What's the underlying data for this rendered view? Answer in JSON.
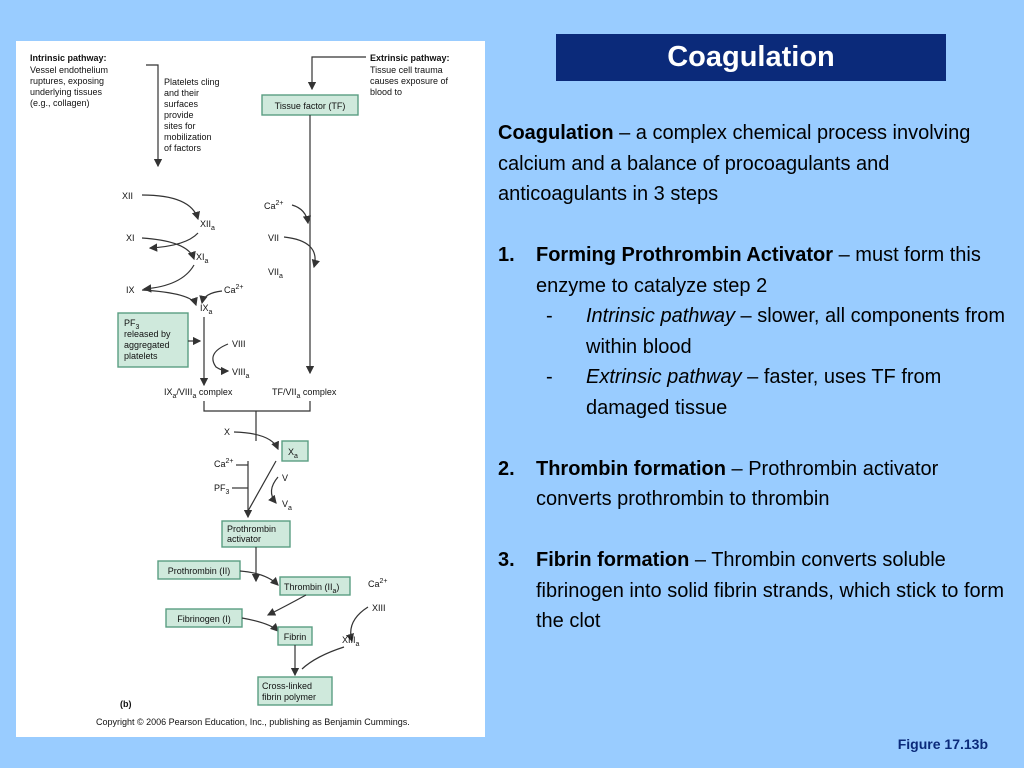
{
  "slide": {
    "title": "Coagulation",
    "figure_label": "Figure 17.13b"
  },
  "text": {
    "intro_term": "Coagulation",
    "intro_rest": " – a complex chemical process involving calcium and a balance of procoagulants and anticoagulants in 3 steps",
    "steps": [
      {
        "num": "1.",
        "term": "Forming Prothrombin Activator",
        "rest": " – must form this enzyme to catalyze step 2",
        "subs": [
          {
            "dash": "-",
            "term": "Intrinsic pathway",
            "rest": " – slower, all components from within blood"
          },
          {
            "dash": "-",
            "term": "Extrinsic pathway",
            "rest": " – faster, uses TF from damaged tissue"
          }
        ]
      },
      {
        "num": "2.",
        "term": "Thrombin  formation",
        "rest": " – Prothrombin activator converts prothrombin to thrombin"
      },
      {
        "num": "3.",
        "term": "Fibrin formation",
        "rest": " – Thrombin converts soluble fibrinogen into solid fibrin strands, which stick to form the clot"
      }
    ]
  },
  "diagram": {
    "intrinsic_title": "Intrinsic pathway:",
    "intrinsic_desc": [
      "Vessel endothelium",
      "ruptures, exposing",
      "underlying tissues",
      "(e.g., collagen)"
    ],
    "platelets_desc": [
      "Platelets cling",
      "and their",
      "surfaces",
      "provide",
      "sites for",
      "mobilization",
      "of factors"
    ],
    "extrinsic_title": "Extrinsic pathway:",
    "extrinsic_desc": [
      "Tissue cell trauma",
      "causes exposure of",
      "blood to"
    ],
    "tissue_factor": "Tissue factor (TF)",
    "xii": "XII",
    "xiia": "XII",
    "xiia_sub": "a",
    "xi": "XI",
    "xia": "XI",
    "xia_sub": "a",
    "ix": "IX",
    "ixa": "IX",
    "ixa_sub": "a",
    "ca": "Ca",
    "ca_sup": "2+",
    "vii": "VII",
    "viia": "VII",
    "viia_sub": "a",
    "pf3_box": [
      "PF",
      "released by",
      "aggregated",
      "platelets"
    ],
    "pf3_sub": "3",
    "viii": "VIII",
    "viiia": "VIII",
    "viiia_sub": "a",
    "ix_complex": [
      "IX",
      "a",
      "/VIII",
      "a",
      " complex"
    ],
    "tf_complex": [
      "TF/VII",
      "a",
      " complex"
    ],
    "x": "X",
    "xa": "X",
    "xa_sub": "a",
    "pf3": "PF",
    "pf3_label_sub": "3",
    "v": "V",
    "va": "V",
    "va_sub": "a",
    "prothrombin_activator": [
      "Prothrombin",
      "activator"
    ],
    "prothrombin": "Prothrombin (II)",
    "thrombin": [
      "Thrombin (II",
      "a",
      ")"
    ],
    "xiii": "XIII",
    "xiiia": "XIII",
    "xiiia_sub": "a",
    "fibrinogen": "Fibrinogen (I)",
    "fibrin": "Fibrin",
    "crosslinked": [
      "Cross-linked",
      "fibrin polymer"
    ],
    "panel_letter": "(b)",
    "copyright": "Copyright © 2006 Pearson Education, Inc., publishing as Benjamin Cummings."
  },
  "colors": {
    "background": "#99ccff",
    "title_bar": "#0b2a7a",
    "box_fill": "#cfe9dc",
    "box_stroke": "#5a9e82"
  }
}
